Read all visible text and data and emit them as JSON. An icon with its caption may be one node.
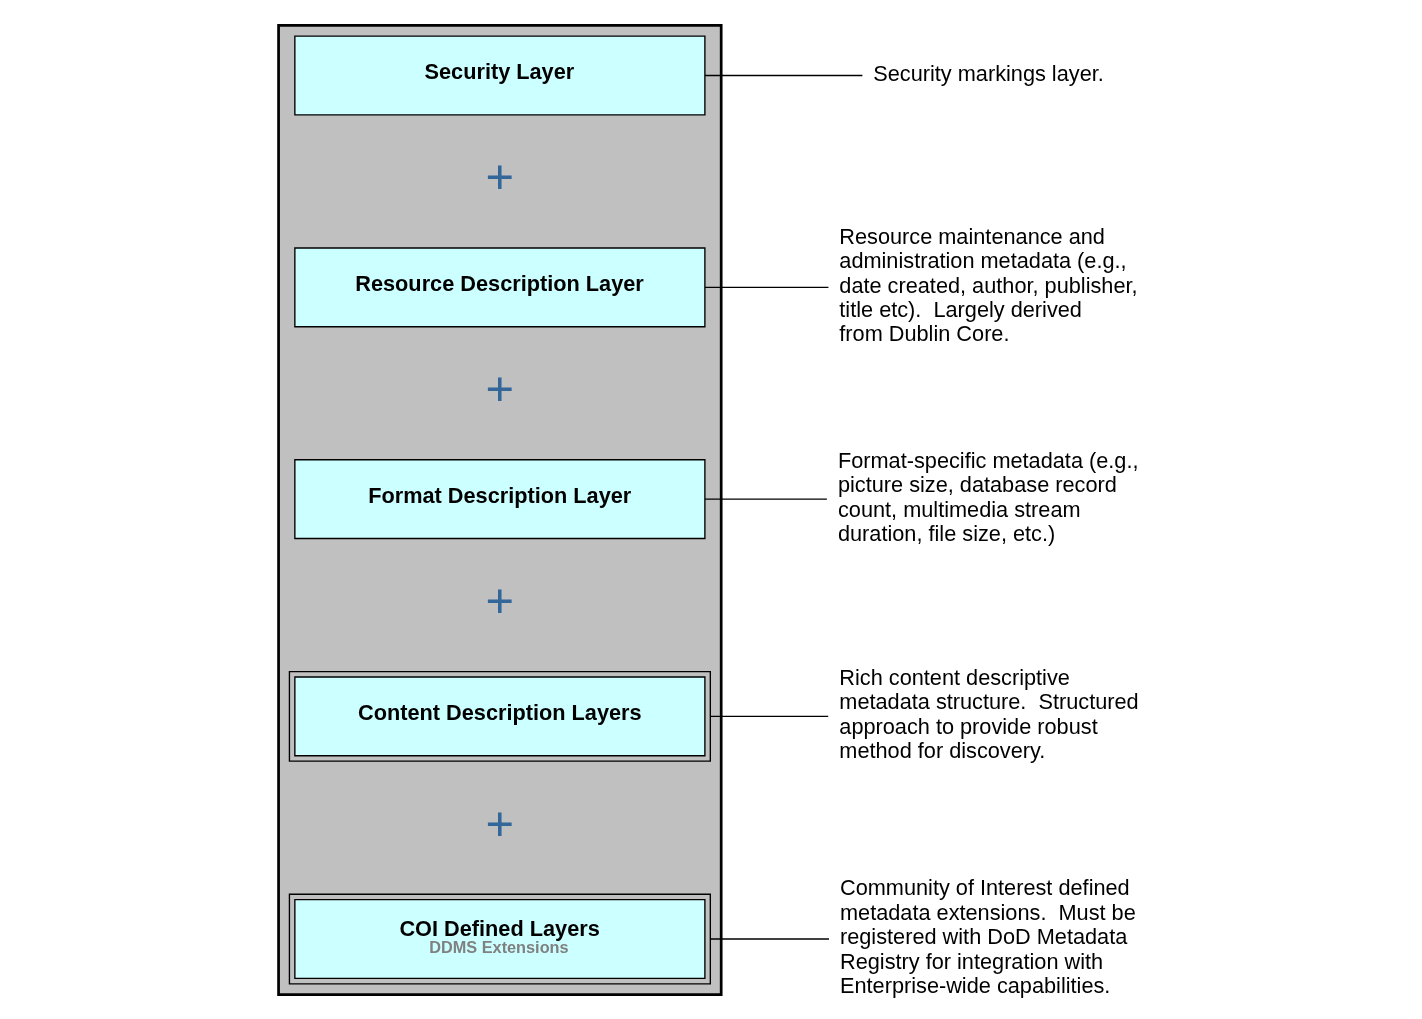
{
  "diagram": {
    "nodes": [
      {
        "text": [],
        "shape": "box"
      },
      {
        "text": [
          "Security Layer"
        ],
        "in": 0
      },
      {
        "text": [
          "Resource Description Layer"
        ],
        "in": 0
      },
      {
        "text": [
          "Format Description Layer"
        ],
        "in": 0
      },
      {
        "text": [
          "Content Description Layers"
        ],
        "in": 0
      },
      {
        "text": [
          "COI Defined Layers",
          "DDMS Extensions"
        ],
        "in": 0
      },
      {
        "text": [
          "Security markings layer."
        ]
      },
      {
        "text": [
          "Resource maintenance and administration metadata (e.g., date created, author, publisher, title etc).  Largely derived from Dublin Core."
        ]
      },
      {
        "text": [
          "Format-specific metadata (e.g., picture size, database record count, multimedia stream duration, file size, etc.)"
        ]
      },
      {
        "text": [
          "Rich content descriptive metadata structure.  Structured approach to provide robust method for discovery."
        ]
      },
      {
        "text": [
          "Community of Interest defined metadata extensions.  Must be registered with DoD Metadata Registry for integration with Enterprise-wide capabilities."
        ]
      }
    ],
    "edges": [
      {
        "from": 1,
        "to": 6,
        "arrow": "none"
      },
      {
        "from": 2,
        "to": 7,
        "arrow": "none"
      },
      {
        "from": 3,
        "to": 8,
        "arrow": "none"
      },
      {
        "from": 4,
        "to": 9,
        "arrow": "none"
      },
      {
        "from": 5,
        "to": 10,
        "arrow": "none"
      }
    ],
    "labels": [
      "+",
      "+",
      "+",
      "+"
    ]
  }
}
